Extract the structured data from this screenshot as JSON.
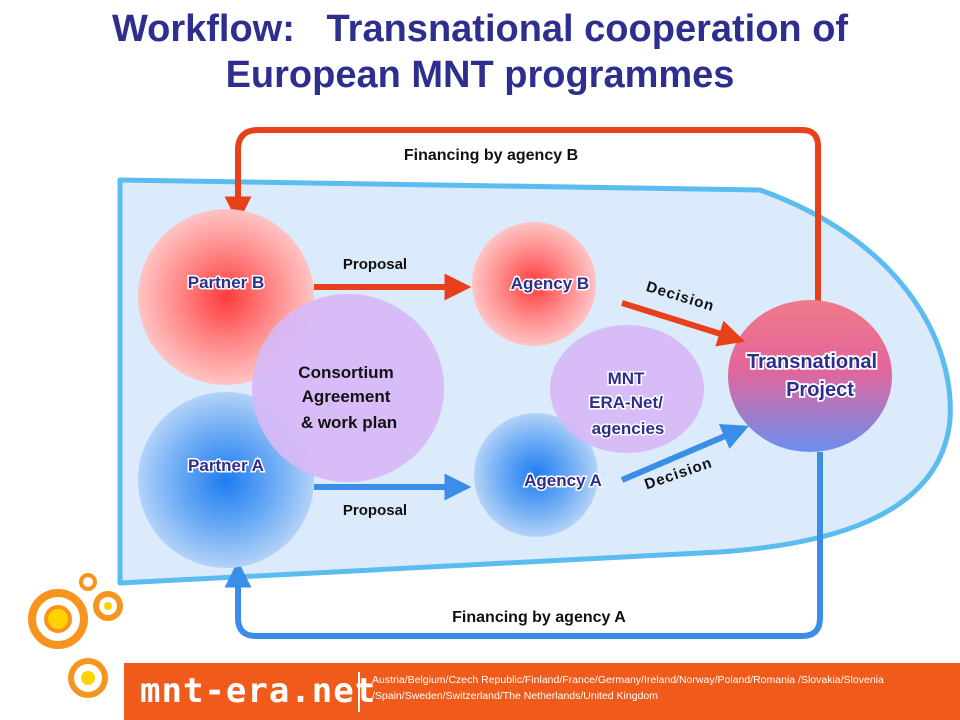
{
  "title": {
    "line1": "Workflow:   Transnational cooperation of",
    "line2": "European MNT programmes"
  },
  "nodes": {
    "partner_b": "Partner B",
    "partner_a": "Partner A",
    "consortium": [
      "Consortium",
      "Agreement",
      "& work plan"
    ],
    "agency_b": "Agency B",
    "agency_a": "Agency A",
    "mnt": [
      "MNT",
      "ERA-Net/",
      "agencies"
    ],
    "project": [
      "Transnational",
      "Project"
    ]
  },
  "arrows": {
    "proposal_top": "Proposal",
    "proposal_bottom": "Proposal",
    "decision_top": "Decision",
    "decision_bottom": "Decision",
    "financing_b": "Financing by agency B",
    "financing_a": "Financing by agency A"
  },
  "footer": {
    "brand": "mnt-era.net",
    "countries_line1": "Austria/Belgium/Czech Republic/Finland/France/Germany/Ireland/Norway/Poland/Romania /Slovakia/Slovenia",
    "countries_line2": "/Spain/Sweden/Switzerland/The Netherlands/United Kingdom"
  },
  "colors": {
    "title": "#2e2e8f",
    "red_arrow": "#e8401a",
    "blue_arrow": "#3a8ee8",
    "region_fill": "#dcebfb",
    "region_stroke": "#5bbcef",
    "footer": "#f05a1a",
    "logo_orange": "#f7941d",
    "logo_yellow": "#ffd200"
  },
  "icons": [
    "logo-rings-icon"
  ]
}
